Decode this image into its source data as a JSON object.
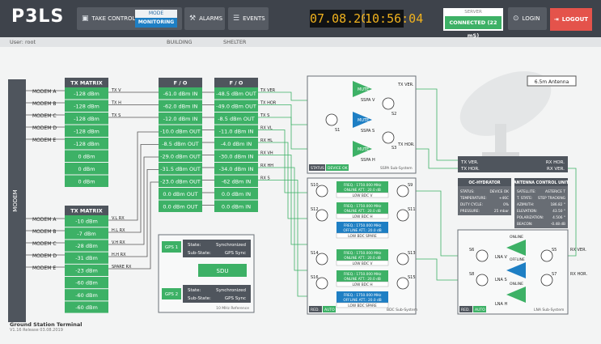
{
  "header": {
    "logo": "P3LS",
    "take_control": "TAKE CONTROL",
    "mode_label": "MODE",
    "mode_value": "MONITORING",
    "alarms": "ALARMS",
    "events": "EVENTS",
    "date": "07.08.2020",
    "time": "10:56:04",
    "server_label": "SERVER",
    "server_value": "CONNECTED (22 mS)",
    "login": "LOGIN",
    "logout": "LOGOUT"
  },
  "subbar": {
    "user": "User: root",
    "building": "BUILDING",
    "shelter": "SHELTER"
  },
  "modem_side": "MODEM",
  "modems_top": [
    "MODEM A",
    "MODEM B",
    "MODEM C",
    "MODEM D",
    "MODEM E"
  ],
  "modems_bottom": [
    "MODEM A",
    "MODEM B",
    "MODEM C",
    "MODEM D",
    "MODEM E"
  ],
  "tx_matrix_1": {
    "title": "TX MATRIX",
    "rows": [
      "-128 dBm",
      "-128 dBm",
      "-128 dBm",
      "-128 dBm",
      "-128 dBm",
      "0 dBm",
      "0 dBm",
      "0 dBm"
    ]
  },
  "tx_matrix_1_labels": [
    "TX V",
    "TX H",
    "TX S"
  ],
  "tx_matrix_2": {
    "title": "TX MATRIX",
    "rows": [
      "-10 dBm",
      "-7 dBm",
      "-28 dBm",
      "-31 dBm",
      "-23 dBm",
      "-60 dBm",
      "-60 dBm",
      "-60 dBm"
    ]
  },
  "tx_matrix_2_labels": [
    "V.L RX",
    "H.L RX",
    "V.H RX",
    "H.H RX",
    "SPARE RX"
  ],
  "fo_1": {
    "title": "F / O",
    "rows": [
      "-61.0 dBm IN",
      "-62.0 dBm IN",
      "-12.0 dBm IN",
      "-10.0 dBm OUT",
      "-8.5 dBm OUT",
      "-29.0 dBm OUT",
      "-31.5 dBm OUT",
      "-23.0 dBm OUT",
      "0.0 dBm OUT",
      "0.0 dBm OUT"
    ]
  },
  "fo_2": {
    "title": "F / O",
    "rows": [
      "-48.5 dBm OUT",
      "-49.0 dBm OUT",
      "-8.5 dBm OUT",
      "-11.0 dBm IN",
      "-4.0 dBm IN",
      "-30.0 dBm IN",
      "-34.0 dBm IN",
      "-62 dBm IN",
      "0.0 dBm IN",
      "0.0 dBm IN"
    ]
  },
  "fo_2_labels": [
    "TX VER",
    "TX HOR",
    "TX S",
    "RX VL",
    "RX HL",
    "RX VH",
    "RX HH",
    "RX S"
  ],
  "ssp": {
    "mute": "MUTE",
    "labels": [
      "SSPA V",
      "SSPA S",
      "SSPA H"
    ],
    "switches": [
      "S1",
      "S2",
      "S3"
    ],
    "tx_ver": "TX VER.",
    "tx_hor": "TX HOR.",
    "status": "STATUS",
    "status_value": "DEVICE OK",
    "title": "SSPA Sub-System"
  },
  "antenna": {
    "title": "6.5m Antenna",
    "tx_ver": "TX VER.",
    "tx_hor": "TX HOR.",
    "rx_hor": "RX HOR.",
    "rx_ver": "RX VER."
  },
  "oc": {
    "title": "OC-HYDRATOR",
    "rows": [
      [
        "STATUS:",
        "DEVICE OK"
      ],
      [
        "TEMPERATURE:",
        "+46C"
      ],
      [
        "DUTY CYCLE:",
        "0%"
      ],
      [
        "PRESSURE:",
        "25 mbar"
      ]
    ]
  },
  "acu": {
    "title": "ANTENNA CONTROL UNIT",
    "rows": [
      [
        "SATELLITE:",
        "ASTERICE T"
      ],
      [
        "T. STATE:",
        "STEP TRACKING"
      ],
      [
        "AZIMUTH:",
        "186.82 °"
      ],
      [
        "ELEVATION:",
        "43.50 °"
      ],
      [
        "POLARIZATION:",
        "4.506 °"
      ],
      [
        "BEACON:",
        "-0.48 dB"
      ]
    ]
  },
  "bdc": {
    "boxes": [
      [
        "FREQ.: 1750.000 MHz",
        "ONLINE ATT.: 20.0 dB",
        "LOW BDC V"
      ],
      [
        "FREQ.: 1750.000 MHz",
        "ONLINE ATT.: 20.0 dB",
        "LOW BDC H"
      ],
      [
        "FREQ.: 1750.000 MHz",
        "OFFLINE ATT.: 20.0 dB",
        "LOW BDC SPARE"
      ],
      [
        "FREQ.: 1750.000 MHz",
        "ONLINE ATT.: 20.0 dB",
        "LOW BDC V"
      ],
      [
        "FREQ.: 1750.000 MHz",
        "ONLINE ATT.: 20.0 dB",
        "LOW BDC H"
      ],
      [
        "FREQ.: 1750.000 MHz",
        "OFFLINE ATT.: 20.0 dB",
        "LOW BDC SPARE"
      ]
    ],
    "switches": [
      "S10",
      "S9",
      "S12",
      "S11",
      "S14",
      "S13",
      "S16",
      "S15"
    ],
    "red": "RED.",
    "auto": "AUTO",
    "title": "BDC Sub-System"
  },
  "lna": {
    "online": "ONLINE",
    "offline": "OFFLINE",
    "labels": [
      "LNA V",
      "LNA S",
      "LNA H"
    ],
    "switches": [
      "S6",
      "S5",
      "S8",
      "S7"
    ],
    "rx_ver": "RX VER.",
    "rx_hor": "RX HOR.",
    "red": "RED.",
    "auto": "AUTO",
    "title": "LNA Sub-System"
  },
  "gps": {
    "gps1": "GPS 1",
    "gps2": "GPS 2",
    "state_label": "State:",
    "state_value": "Synchronized",
    "sub_label": "Sub-State:",
    "sub_value": "GPS Sync",
    "sdu": "SDU",
    "ref": "10 MHz Reference"
  },
  "footer": {
    "title": "Ground Station Terminal",
    "version": "V1.16 Release 03.08.2019"
  }
}
